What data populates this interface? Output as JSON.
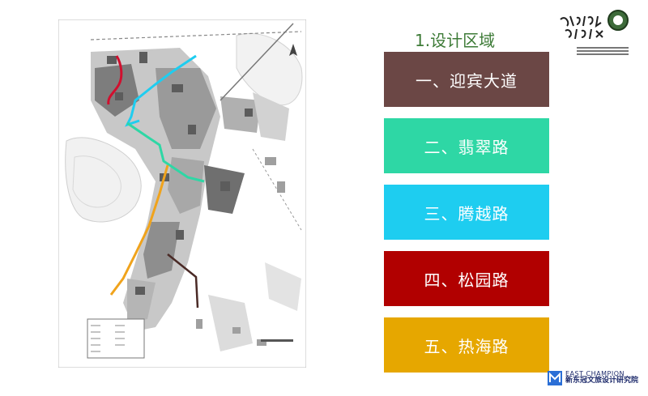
{
  "title": "1.设计区域",
  "roads": [
    {
      "label": "一、迎宾大道",
      "color": "#6b4745"
    },
    {
      "label": "二、翡翠路",
      "color": "#2ed7a5"
    },
    {
      "label": "三、腾越路",
      "color": "#1ecdf0"
    },
    {
      "label": "四、松园路",
      "color": "#b10000"
    },
    {
      "label": "五、热海路",
      "color": "#e6a700"
    }
  ],
  "map_route_colors": {
    "route_1": "#4a2a26",
    "route_2": "#2ed7a5",
    "route_3": "#1ecdf0",
    "route_4": "#d10f2e",
    "route_5": "#f0a31c"
  },
  "company": {
    "name_en": "EAST CHAMPION",
    "name_cn": "新东冠文旅设计研究院"
  }
}
